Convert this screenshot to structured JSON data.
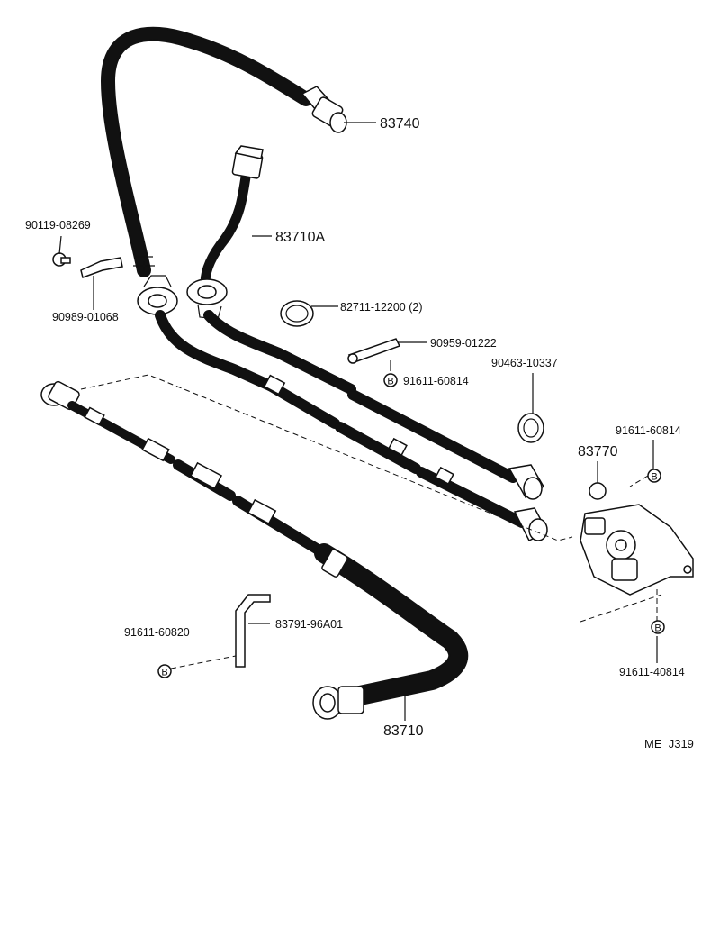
{
  "labels": {
    "p83740": "83740",
    "p83710A": "83710A",
    "p90119": "90119-08269",
    "p90989": "90989-01068",
    "p82711": "82711-12200 (2)",
    "p90959": "90959-01222",
    "p91611_60814_a": "91611-60814",
    "p90463": "90463-10337",
    "p91611_60814_b": "91611-60814",
    "p83770": "83770",
    "p91611_60820": "91611-60820",
    "p83791": "83791-96A01",
    "p91611_40814": "91611-40814",
    "p83710": "83710",
    "ref": "ME  J319"
  },
  "bolt_marker": "B"
}
